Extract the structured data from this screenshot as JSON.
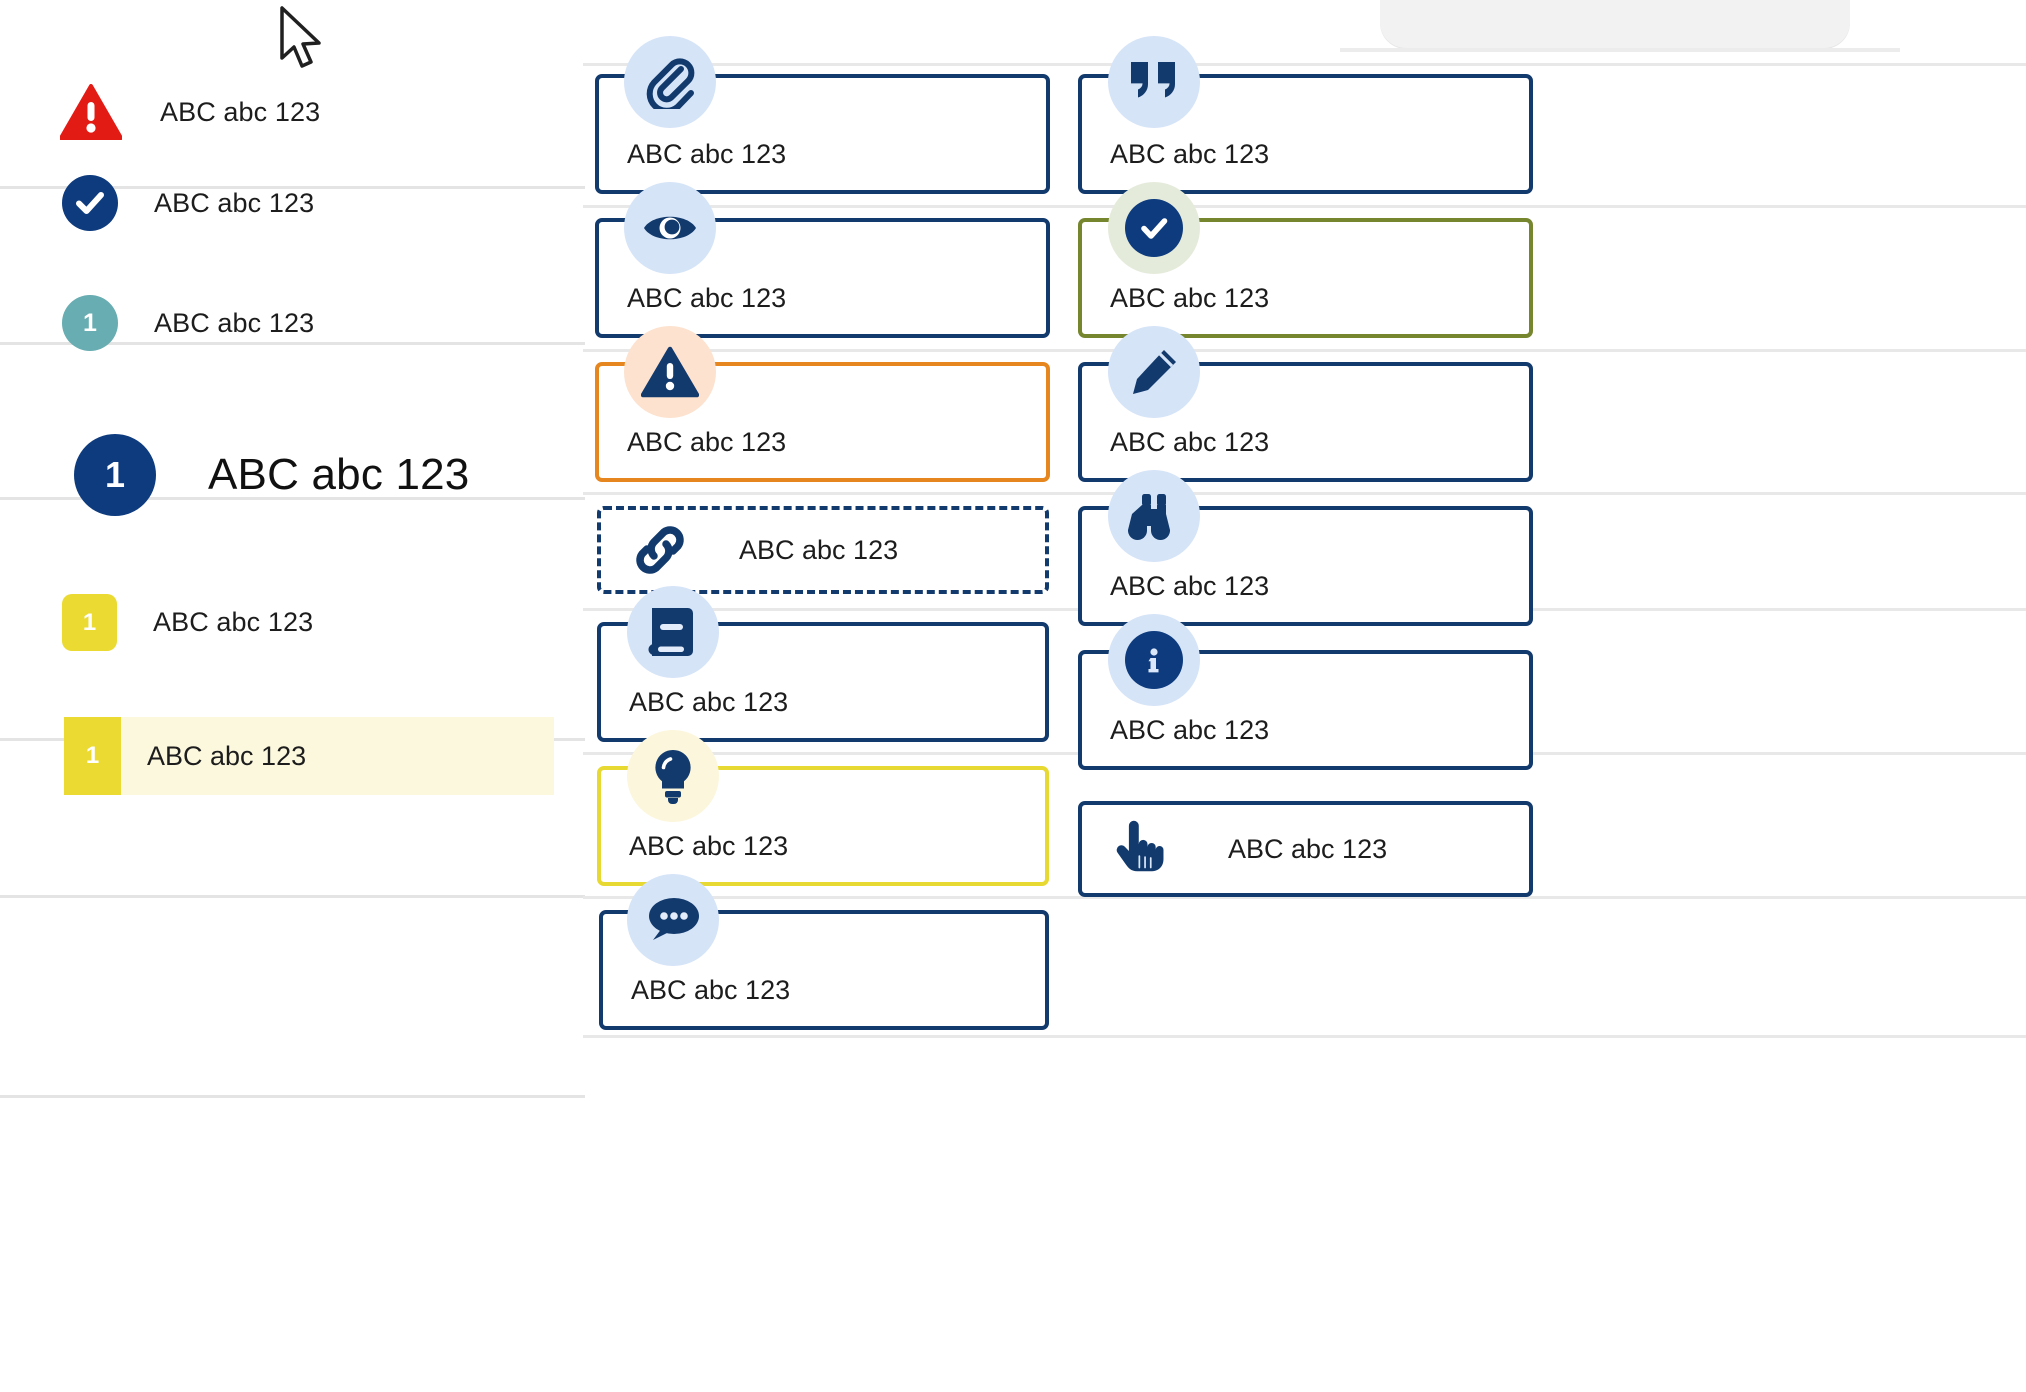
{
  "sample_text": "ABC abc 123",
  "left_list": {
    "rows": [
      {
        "icon": "warning-triangle-icon",
        "badge_value": "",
        "label": "ABC abc 123",
        "style": "red-triangle"
      },
      {
        "icon": "check-circle-icon",
        "badge_value": "",
        "label": "ABC abc 123",
        "style": "navy-circle"
      },
      {
        "icon": "number-badge-icon",
        "badge_value": "1",
        "label": "ABC abc 123",
        "style": "teal-circle"
      },
      {
        "icon": "number-badge-large-icon",
        "badge_value": "1",
        "label": "ABC abc 123",
        "style": "navy-circle-large"
      },
      {
        "icon": "number-badge-square-icon",
        "badge_value": "1",
        "label": "ABC abc 123",
        "style": "yellow-square"
      },
      {
        "icon": "number-badge-flag-icon",
        "badge_value": "1",
        "label": "ABC abc 123",
        "style": "yellow-flag-highlight"
      }
    ]
  },
  "middle_column": {
    "cards": [
      {
        "icon": "paperclip-icon",
        "label": "ABC abc 123",
        "border": "navy",
        "badge_bg": "blue",
        "linked": false
      },
      {
        "icon": "eye-icon",
        "label": "ABC abc 123",
        "border": "navy",
        "badge_bg": "blue",
        "linked": false
      },
      {
        "icon": "alert-triangle-icon",
        "label": "ABC abc 123",
        "border": "orange",
        "badge_bg": "peach",
        "linked": false
      },
      {
        "icon": "link-chain-icon",
        "label": "ABC abc 123",
        "border": "navy-dashed",
        "badge_bg": "none",
        "linked": true
      },
      {
        "icon": "book-icon",
        "label": "ABC abc 123",
        "border": "navy",
        "badge_bg": "blue",
        "linked": false
      },
      {
        "icon": "lightbulb-icon",
        "label": "ABC abc 123",
        "border": "yellow",
        "badge_bg": "cream",
        "linked": false
      },
      {
        "icon": "speech-bubble-icon",
        "label": "ABC abc 123",
        "border": "navy",
        "badge_bg": "blue",
        "linked": false
      }
    ]
  },
  "right_column": {
    "cards": [
      {
        "icon": "quote-marks-icon",
        "label": "ABC abc 123",
        "border": "navy",
        "badge_bg": "blue",
        "linked": false
      },
      {
        "icon": "check-circle-icon",
        "label": "ABC abc 123",
        "border": "olive",
        "badge_bg": "green",
        "linked": false
      },
      {
        "icon": "pencil-icon",
        "label": "ABC abc 123",
        "border": "navy",
        "badge_bg": "blue",
        "linked": false
      },
      {
        "icon": "binoculars-icon",
        "label": "ABC abc 123",
        "border": "navy",
        "badge_bg": "blue",
        "linked": false
      },
      {
        "icon": "info-circle-icon",
        "label": "ABC abc 123",
        "border": "navy",
        "badge_bg": "blue",
        "linked": false
      },
      {
        "icon": "pointing-hand-icon",
        "label": "ABC abc 123",
        "border": "navy",
        "badge_bg": "none",
        "linked": false
      }
    ]
  },
  "colors": {
    "navy": "#123a6d",
    "navy_icon": "#0d3b7e",
    "orange": "#e5861f",
    "olive": "#76862f",
    "yellow": "#e8d832",
    "red": "#e31b15",
    "teal": "#67adb1",
    "badge_blue_bg": "#d6e4f8",
    "badge_peach_bg": "#fce2cf",
    "badge_green_bg": "#e5ebdb",
    "badge_cream_bg": "#fbf6dc",
    "highlight_row_bg": "#fbf8dd",
    "separator": "#e8e8e8",
    "text": "#1d1d1d"
  }
}
